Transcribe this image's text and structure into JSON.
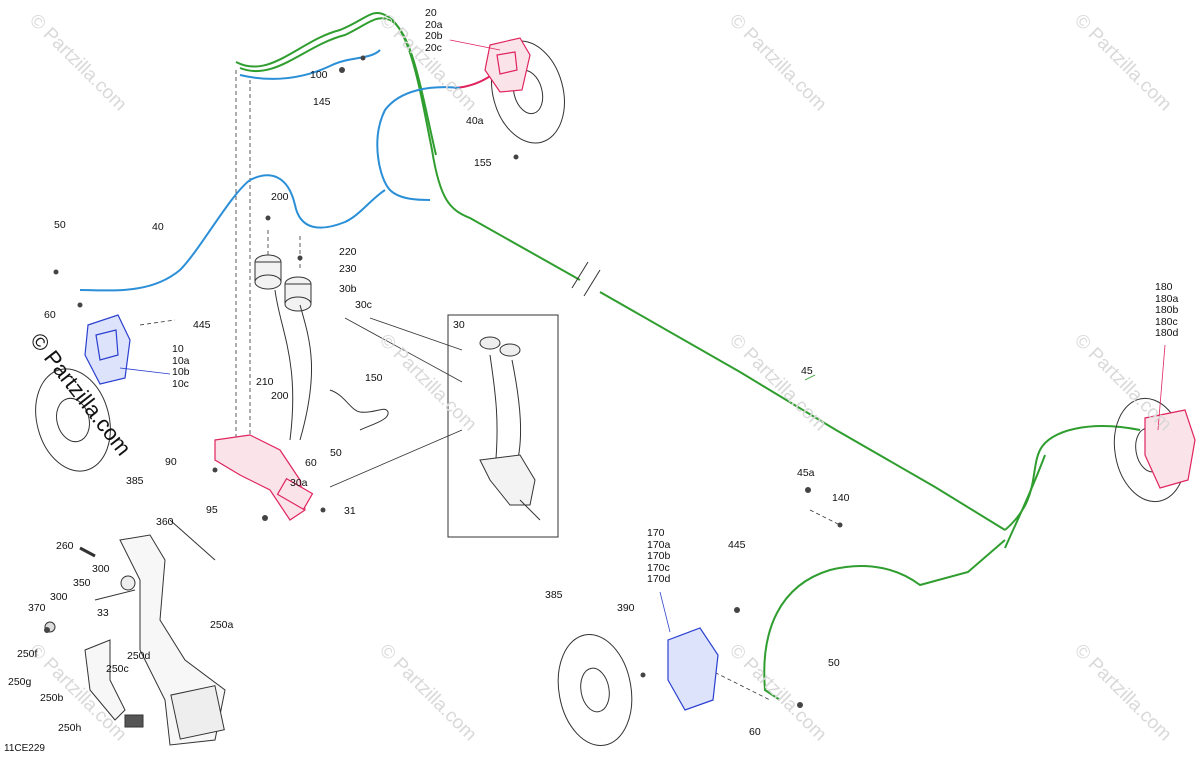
{
  "watermark": "© Partzilla.com",
  "diagram_code": "11CE229",
  "callouts": {
    "c20": [
      "20",
      "20a",
      "20b",
      "20c"
    ],
    "c100": "100",
    "c145": "145",
    "c40a": "40a",
    "c155": "155",
    "c40": "40",
    "c50_top": "50",
    "c60_top": "60",
    "c200_top": "200",
    "c220": "220",
    "c230": "230",
    "c30b": "30b",
    "c30c": "30c",
    "c445_top": "445",
    "c10": [
      "10",
      "10a",
      "10b",
      "10c"
    ],
    "c210": "210",
    "c200_mid": "200",
    "c150": "150",
    "c50_mid": "50",
    "c60_mid": "60",
    "c90": "90",
    "c385_left": "385",
    "c30a": "30a",
    "c95": "95",
    "c31": "31",
    "c360": "360",
    "c260": "260",
    "c300_a": "300",
    "c300_b": "300",
    "c350": "350",
    "c370": "370",
    "c33": "33",
    "c250a": "250a",
    "c250f": "250f",
    "c250d": "250d",
    "c250c": "250c",
    "c250g": "250g",
    "c250b": "250b",
    "c250h": "250h",
    "c30_box": "30",
    "c45": "45",
    "c45a": "45a",
    "c140": "140",
    "c180": [
      "180",
      "180a",
      "180b",
      "180c",
      "180d"
    ],
    "c170": [
      "170",
      "170a",
      "170b",
      "170c",
      "170d"
    ],
    "c445_bottom": "445",
    "c385_bottom": "385",
    "c390": "390",
    "c50_bottom": "50",
    "c60_bottom": "60"
  },
  "colors": {
    "front_line": "#e0245e",
    "rear_line": "#2f9e2f",
    "left_line": "#2b8fd8",
    "caliper_left": "#2a3fd0",
    "outline": "#333333",
    "watermark": "#d9d9d9"
  }
}
